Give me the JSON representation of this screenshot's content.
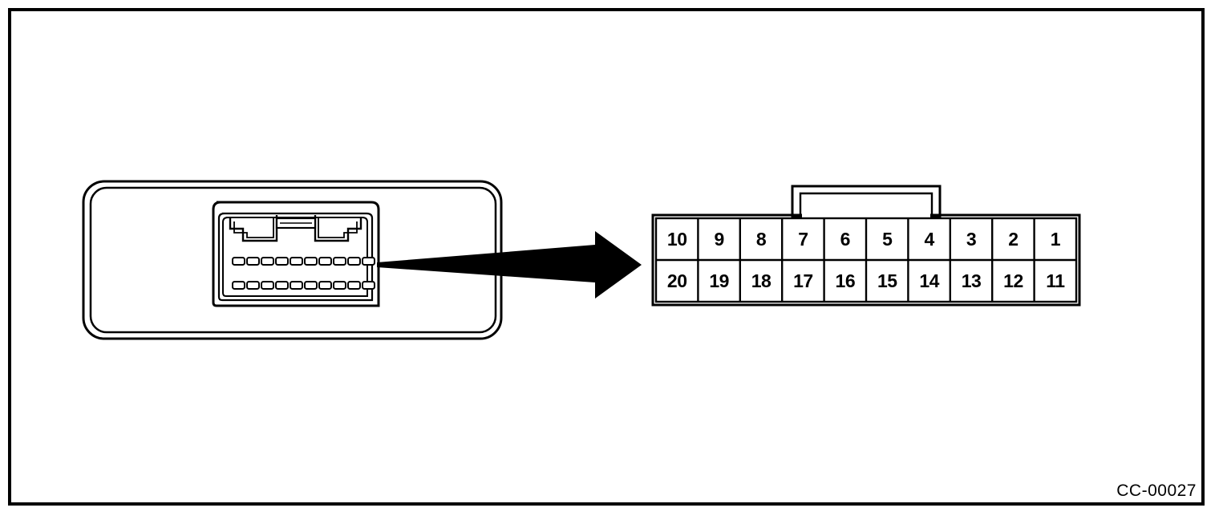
{
  "figure": {
    "caption": "CC-00027",
    "module": {
      "label_name": "control-module-body",
      "connector_name": "module-connector-port",
      "terminal_rows": 2,
      "terminals_per_row": 10
    },
    "arrow": {
      "name": "callout-arrow",
      "direction": "right"
    },
    "pinout": {
      "name": "connector-pinout-view",
      "total_pins": 20,
      "rows": [
        {
          "name": "pinout-row-top",
          "pins": [
            "10",
            "9",
            "8",
            "7",
            "6",
            "5",
            "4",
            "3",
            "2",
            "1"
          ]
        },
        {
          "name": "pinout-row-bottom",
          "pins": [
            "20",
            "19",
            "18",
            "17",
            "16",
            "15",
            "14",
            "13",
            "12",
            "11"
          ]
        }
      ]
    }
  },
  "colors": {
    "ink": "#000000",
    "paper": "#ffffff"
  }
}
